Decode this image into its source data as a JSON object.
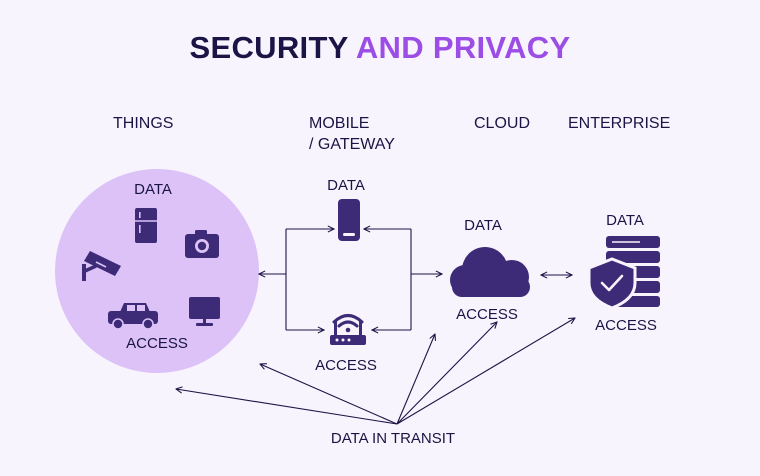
{
  "title": {
    "part1": "SECURITY",
    "part2": "AND PRIVACY"
  },
  "columns": {
    "things": "THINGS",
    "mobile_line1": "MOBILE",
    "mobile_line2": "/ GATEWAY",
    "cloud": "CLOUD",
    "enterprise": "ENTERPRISE"
  },
  "things": {
    "data": "DATA",
    "access": "ACCESS"
  },
  "mobile": {
    "data": "DATA"
  },
  "gateway": {
    "access": "ACCESS"
  },
  "cloud": {
    "data": "DATA",
    "access": "ACCESS"
  },
  "enterprise": {
    "data": "DATA",
    "access": "ACCESS"
  },
  "transit": "DATA IN TRANSIT",
  "colors": {
    "dark": "#1b1546",
    "purple": "#9b4de6",
    "icon": "#3d2b78",
    "circle": "#dcc2f7",
    "background": "#f8f4fd"
  },
  "icons": [
    "fridge-icon",
    "camera-icon",
    "cctv-icon",
    "car-icon",
    "monitor-icon",
    "smartphone-icon",
    "router-icon",
    "cloud-icon",
    "server-icon",
    "shield-check-icon"
  ]
}
